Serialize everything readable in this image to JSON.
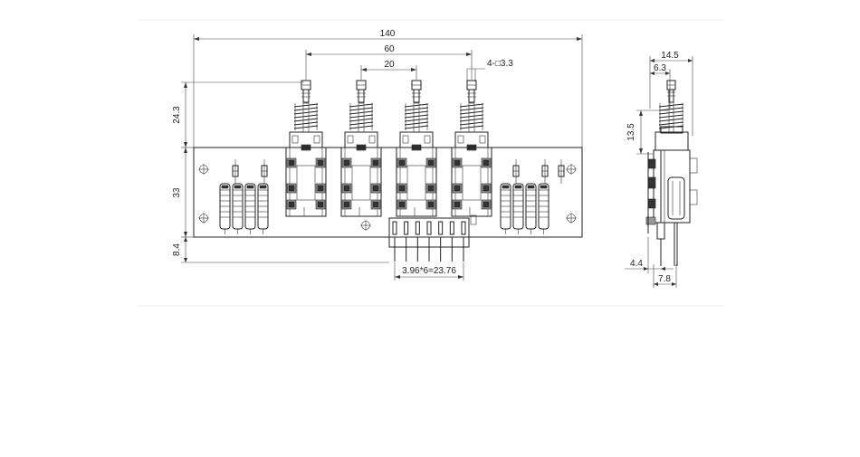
{
  "drawing": {
    "background": "#ffffff",
    "line_color": "#222222",
    "front_view": {
      "dimensions": {
        "overall_width": "140",
        "button_span": "60",
        "button_pitch": "20",
        "hole_spec": "4-□3.3",
        "button_height": "24.3",
        "board_height": "33",
        "pin_height": "8.4",
        "connector_pitch": "3.96*6=23.76"
      },
      "button_count": 4,
      "connector_pin_count": 7
    },
    "side_view": {
      "dimensions": {
        "total_depth": "14.5",
        "switch_depth": "6.3",
        "spring_height": "13.5",
        "lead_offset": "4.4",
        "lead_span": "7.8"
      }
    }
  }
}
